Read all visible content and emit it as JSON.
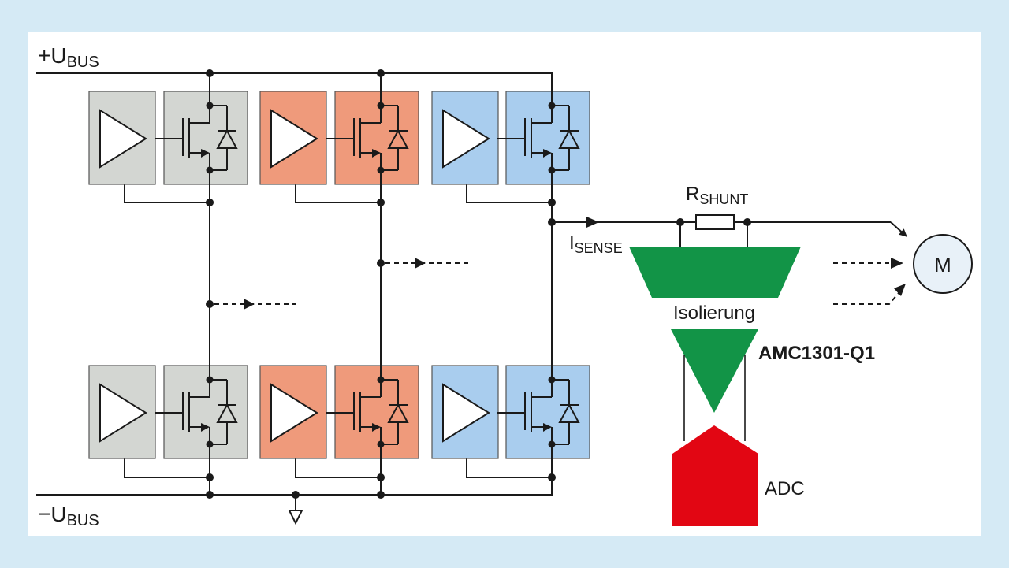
{
  "labels": {
    "ubus_pos_main": "+U",
    "ubus_pos_sub": "BUS",
    "ubus_neg_main": "−U",
    "ubus_neg_sub": "BUS",
    "rshunt_main": "R",
    "rshunt_sub": "SHUNT",
    "isense_main": "I",
    "isense_sub": "SENSE",
    "isolation": "Isolierung",
    "amc": "AMC1301-Q1",
    "adc": "ADC",
    "motor": "M"
  },
  "colors": {
    "background": "#d5eaf5",
    "panel": "#ffffff",
    "phase1": "#d3d6d2",
    "phase2": "#ef9a7b",
    "phase3": "#a9cdee",
    "isolation_green": "#129447",
    "adc_red": "#e20613",
    "wire": "#1a1a1a",
    "motor_fill": "#e8f1f8"
  }
}
